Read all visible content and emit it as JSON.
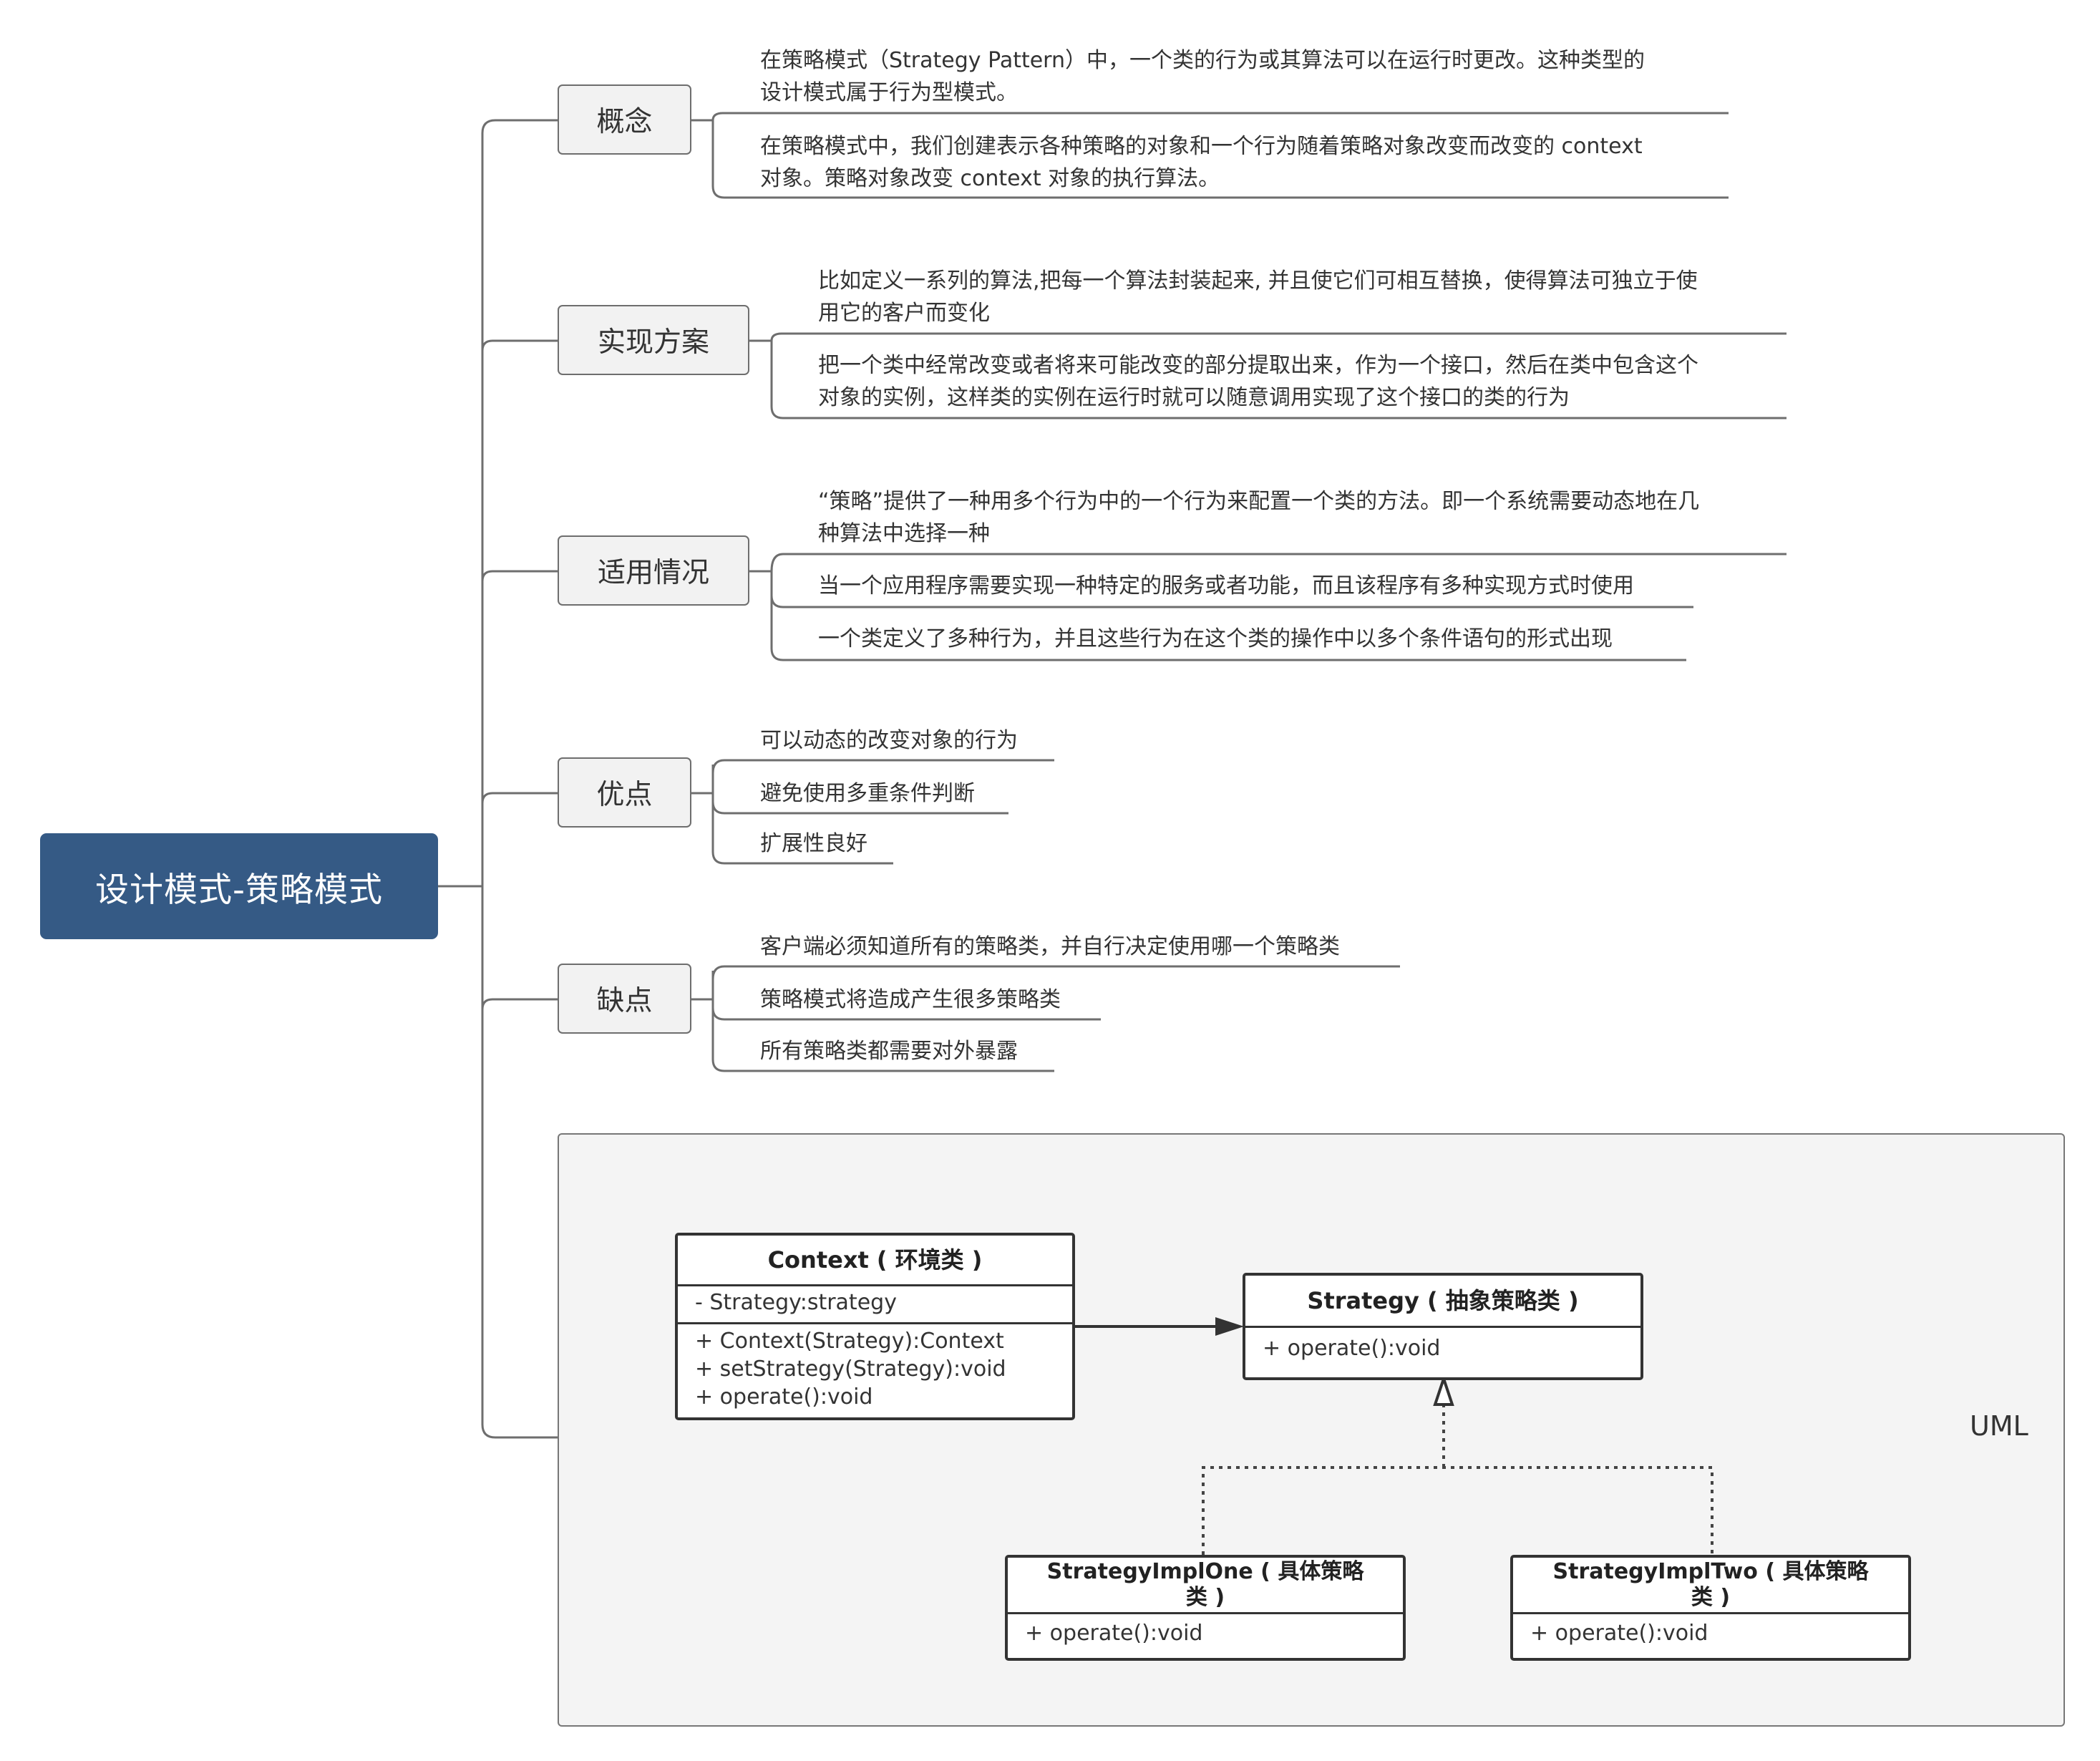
{
  "root": {
    "title": "设计模式-策略模式"
  },
  "branches": [
    {
      "key": "concept",
      "label": "概念",
      "items": [
        [
          "在策略模式（Strategy Pattern）中，一个类的行为或其算法可以在运行时更改。这种类型的",
          "设计模式属于行为型模式。"
        ],
        [
          "在策略模式中，我们创建表示各种策略的对象和一个行为随着策略对象改变而改变的 context",
          "对象。策略对象改变 context 对象的执行算法。"
        ]
      ]
    },
    {
      "key": "implementation",
      "label": "实现方案",
      "items": [
        [
          "比如定义一系列的算法,把每一个算法封装起来, 并且使它们可相互替换，使得算法可独立于使",
          "用它的客户而变化"
        ],
        [
          "把一个类中经常改变或者将来可能改变的部分提取出来，作为一个接口，然后在类中包含这个",
          "对象的实例，这样类的实例在运行时就可以随意调用实现了这个接口的类的行为"
        ]
      ]
    },
    {
      "key": "applicability",
      "label": "适用情况",
      "items": [
        [
          "“策略”提供了一种用多个行为中的一个行为来配置一个类的方法。即一个系统需要动态地在几",
          "种算法中选择一种"
        ],
        [
          "当一个应用程序需要实现一种特定的服务或者功能，而且该程序有多种实现方式时使用"
        ],
        [
          "一个类定义了多种行为，并且这些行为在这个类的操作中以多个条件语句的形式出现"
        ]
      ]
    },
    {
      "key": "advantages",
      "label": "优点",
      "items": [
        [
          "可以动态的改变对象的行为"
        ],
        [
          "避免使用多重条件判断"
        ],
        [
          "扩展性良好"
        ]
      ]
    },
    {
      "key": "disadvantages",
      "label": "缺点",
      "items": [
        [
          "客户端必须知道所有的策略类，并自行决定使用哪一个策略类"
        ],
        [
          "策略模式将造成产生很多策略类"
        ],
        [
          "所有策略类都需要对外暴露"
        ]
      ]
    }
  ],
  "uml": {
    "label": "UML",
    "context": {
      "title": "Context ( 环境类 )",
      "attributes": [
        "- Strategy:strategy"
      ],
      "methods": [
        "+ Context(Strategy):Context",
        "+ setStrategy(Strategy):void",
        "+ operate():void"
      ]
    },
    "strategy": {
      "title": "Strategy ( 抽象策略类 )",
      "methods": [
        "+ operate():void"
      ]
    },
    "impl_one": {
      "title_line1": "StrategyImplOne ( 具体策略",
      "title_line2": "类 )",
      "methods": [
        "+ operate():void"
      ]
    },
    "impl_two": {
      "title_line1": "StrategyImplTwo ( 具体策略",
      "title_line2": "类 )",
      "methods": [
        "+ operate():void"
      ]
    }
  },
  "colors": {
    "root_bg": "#355a85",
    "topic_bg": "#f2f2f2",
    "line": "#6e6e6e",
    "uml_bg": "#f4f4f4"
  }
}
